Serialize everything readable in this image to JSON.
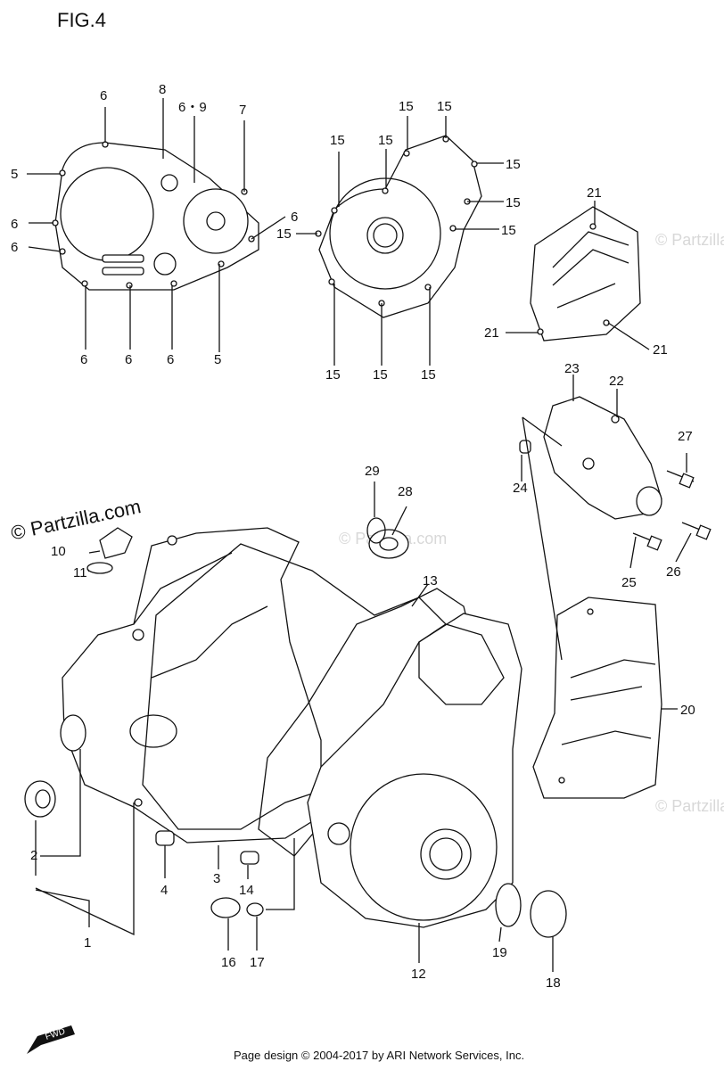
{
  "figure": {
    "title": "FIG.4"
  },
  "watermark": {
    "text": "© Partzilla.com",
    "faint_text": "© Partzilla.com"
  },
  "footer": {
    "text": "Page design © 2004-2017 by ARI Network Services, Inc."
  },
  "fwd_badge": {
    "label": "FWD"
  },
  "callouts": {
    "c1": "1",
    "c2": "2",
    "c3": "3",
    "c4": "4",
    "c5a": "5",
    "c5b": "5",
    "c6a": "6",
    "c6b": "6",
    "c6c": "6",
    "c6d": "6",
    "c6e": "6",
    "c6f": "6",
    "c6g": "6",
    "c69": "6・9",
    "c7": "7",
    "c8": "8",
    "c10": "10",
    "c11": "11",
    "c12": "12",
    "c13": "13",
    "c14": "14",
    "c15a": "15",
    "c15b": "15",
    "c15c": "15",
    "c15d": "15",
    "c15e": "15",
    "c15f": "15",
    "c15g": "15",
    "c15h": "15",
    "c15i": "15",
    "c15j": "15",
    "c15k": "15",
    "c16": "16",
    "c17": "17",
    "c18": "18",
    "c19": "19",
    "c20": "20",
    "c21a": "21",
    "c21b": "21",
    "c21c": "21",
    "c22": "22",
    "c23": "23",
    "c24": "24",
    "c25": "25",
    "c26": "26",
    "c27": "27",
    "c28": "28",
    "c29": "29"
  }
}
